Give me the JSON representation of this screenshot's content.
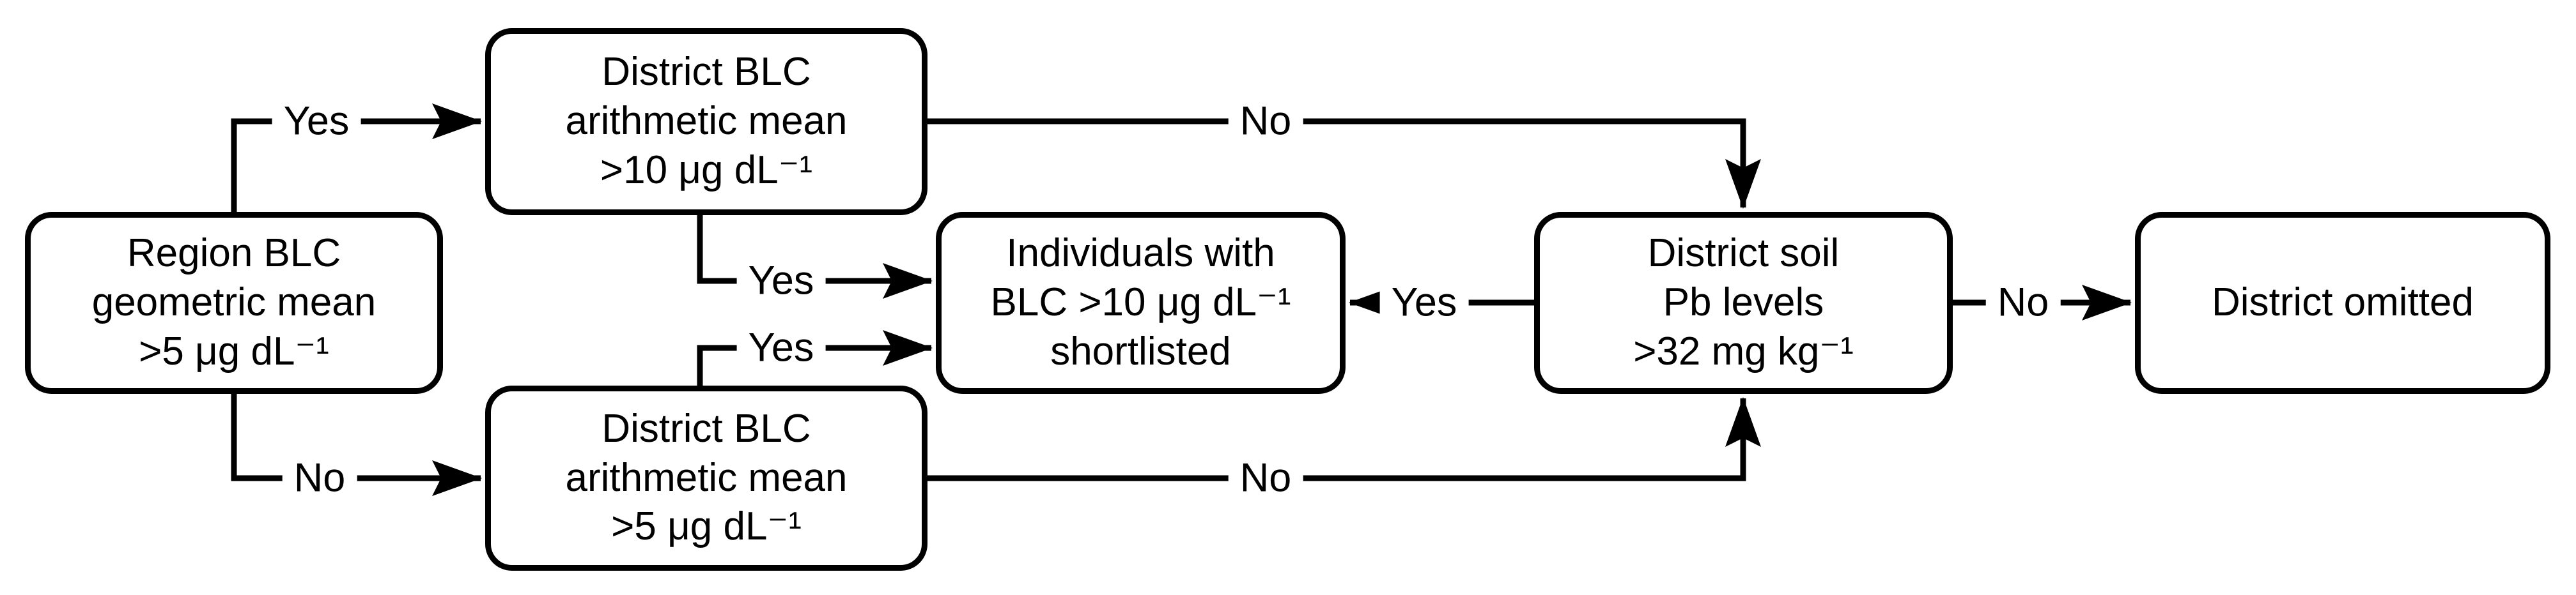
{
  "nodes": {
    "region_blc": {
      "text": "Region BLC\ngeometric mean\n>5 μg dL⁻¹"
    },
    "district_blc_10": {
      "text": "District BLC\narithmetic mean\n>10 μg dL⁻¹"
    },
    "district_blc_5": {
      "text": "District BLC\narithmetic mean\n>5 μg dL⁻¹"
    },
    "individuals": {
      "text": "Individuals with\nBLC >10 μg dL⁻¹\nshortlisted"
    },
    "district_soil": {
      "text": "District soil\nPb levels\n>32 mg kg⁻¹"
    },
    "district_omitted": {
      "text": "District omitted"
    }
  },
  "edge_labels": {
    "region_to_d10": "Yes",
    "region_to_d5": "No",
    "d10_to_individuals": "Yes",
    "d5_to_individuals": "Yes",
    "d10_to_soil": "No",
    "d5_to_soil": "No",
    "soil_to_individuals": "Yes",
    "soil_to_omitted": "No"
  },
  "colors": {
    "line": "#000000",
    "box_border": "#000000",
    "box_fill": "#ffffff",
    "background": "#ffffff"
  }
}
